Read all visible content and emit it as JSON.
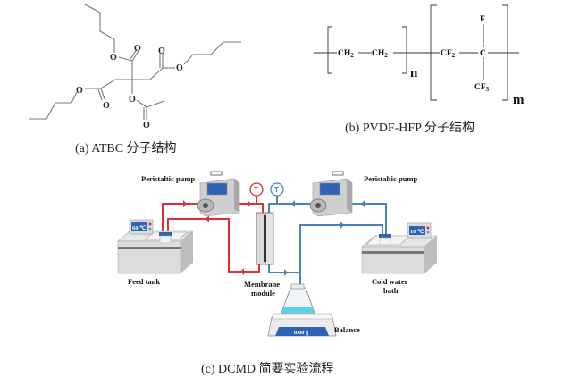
{
  "figure": {
    "panel_a": {
      "caption": "(a) ATBC 分子结构",
      "atoms": {
        "oxygen": "O"
      }
    },
    "panel_b": {
      "caption": "(b) PVDF-HFP 分子结构",
      "groups": {
        "ch2_1": "CH",
        "ch2_2": "CH",
        "cf2": "CF",
        "c": "C",
        "f": "F",
        "cf3": "CF",
        "sub2": "2",
        "sub3": "3",
        "n": "n",
        "m": "m"
      }
    },
    "panel_c": {
      "caption": "(c) DCMD 简要实验流程",
      "labels": {
        "pump_left": "Peristaltic pump",
        "pump_right": "Peristaltic pump",
        "feed_tank": "Feed tank",
        "membrane_1": "Membrane",
        "membrane_2": "module",
        "cold_1": "Cold water",
        "cold_2": "bath",
        "balance": "Balance"
      },
      "readouts": {
        "feed_temp": "60 ℃",
        "cold_temp": "10 ℃",
        "balance_weight": "0.00 g"
      },
      "thermometer_symbol": "T",
      "colors": {
        "hot_loop": "#e0303a",
        "cold_loop": "#4a80bf",
        "display": "#2f63b6"
      }
    }
  }
}
